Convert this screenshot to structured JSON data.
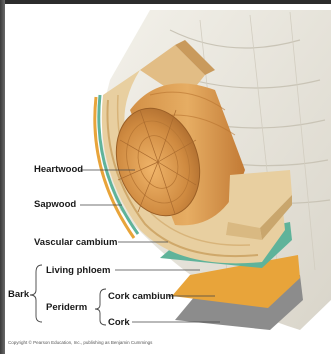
{
  "labels": {
    "heartwood": "Heartwood",
    "sapwood": "Sapwood",
    "vascular_cambium": "Vascular cambium",
    "living_phloem": "Living phloem",
    "bark": "Bark",
    "periderm": "Periderm",
    "cork_cambium": "Cork cambium",
    "cork": "Cork"
  },
  "copyright": "Copyright © Pearson Education, Inc., publishing as Benjamin Cummings",
  "colors": {
    "heartwood": "#c9863f",
    "sapwood": "#e6c48e",
    "vascular_cambium": "#5fb39a",
    "phloem": "#e8a43a",
    "cork": "#8c8c8c",
    "outer_bark": "#e9e6de"
  }
}
